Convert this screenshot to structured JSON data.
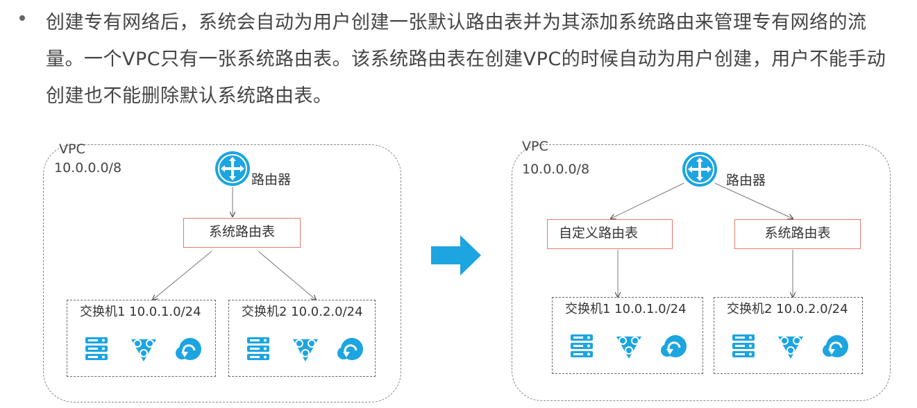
{
  "bullet": {
    "text": "创建专有网络后，系统会自动为用户创建一张默认路由表并为其添加系统路由来管理专有网络的流量。一个VPC只有一张系统路由表。该系统路由表在创建VPC的时候自动为用户创建，用户不能手动创建也不能删除默认系统路由表。"
  },
  "left_diagram": {
    "vpc_name": "VPC",
    "vpc_cidr": "10.0.0.0/8",
    "router_label": "路由器",
    "route_table_label": "系统路由表",
    "switches": [
      {
        "label": "交换机1 10.0.1.0/24"
      },
      {
        "label": "交换机2 10.0.2.0/24"
      }
    ]
  },
  "right_diagram": {
    "vpc_name": "VPC",
    "vpc_cidr": "10.0.0.0/8",
    "router_label": "路由器",
    "custom_table_label": "自定义路由表",
    "system_table_label": "系统路由表",
    "switches": [
      {
        "label": "交换机1 10.0.1.0/24"
      },
      {
        "label": "交换机2 10.0.2.0/24"
      }
    ]
  },
  "colors": {
    "accent": "#1ca5e0",
    "table_border": "#e07b6d"
  },
  "icons": [
    "router-icon",
    "server-icon",
    "network-icon",
    "cloud-icon",
    "arrow-right-icon"
  ]
}
